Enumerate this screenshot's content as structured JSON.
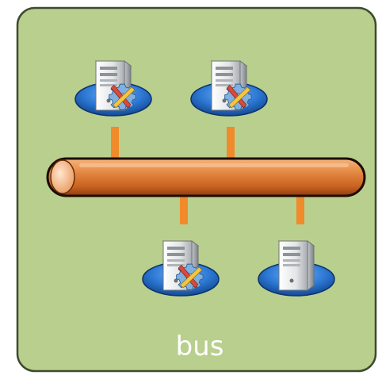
{
  "diagram": {
    "caption": "bus",
    "colors": {
      "panel_fill": "#b9cf8e",
      "panel_border": "#3f4a2e",
      "bus_body": "#e07d35",
      "connector": "#f18a2a",
      "node_base": "#1f63b8"
    },
    "nodes": [
      {
        "icon": "server-with-config-icon",
        "position": "top-left"
      },
      {
        "icon": "server-with-config-icon",
        "position": "top-right"
      },
      {
        "icon": "server-with-config-icon",
        "position": "bottom-left"
      },
      {
        "icon": "server-icon",
        "position": "bottom-right"
      }
    ]
  }
}
